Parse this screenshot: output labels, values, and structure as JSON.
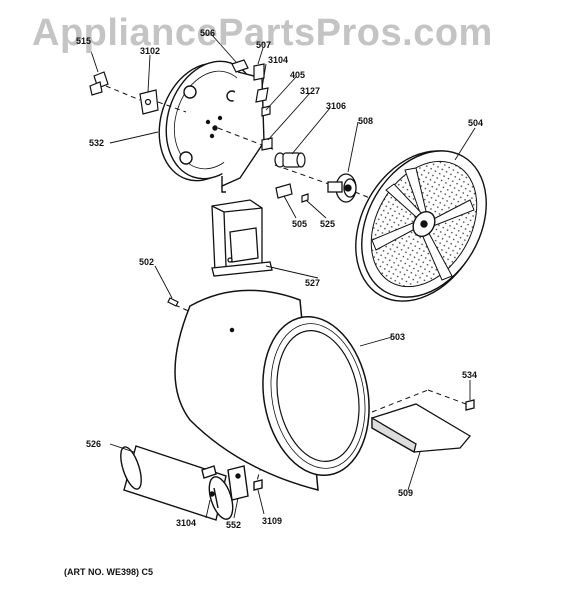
{
  "watermark": "AppliancePartsPros.com",
  "art_number": "(ART NO. WE398) C5",
  "parts": {
    "p515": "515",
    "p3102": "3102",
    "p506": "506",
    "p507": "507",
    "p3104a": "3104",
    "p405": "405",
    "p3127": "3127",
    "p3106": "3106",
    "p508": "508",
    "p504": "504",
    "p532": "532",
    "p505": "505",
    "p525": "525",
    "p502": "502",
    "p527": "527",
    "p503": "503",
    "p534": "534",
    "p526": "526",
    "p509": "509",
    "p3104b": "3104",
    "p552": "552",
    "p3109": "3109"
  }
}
